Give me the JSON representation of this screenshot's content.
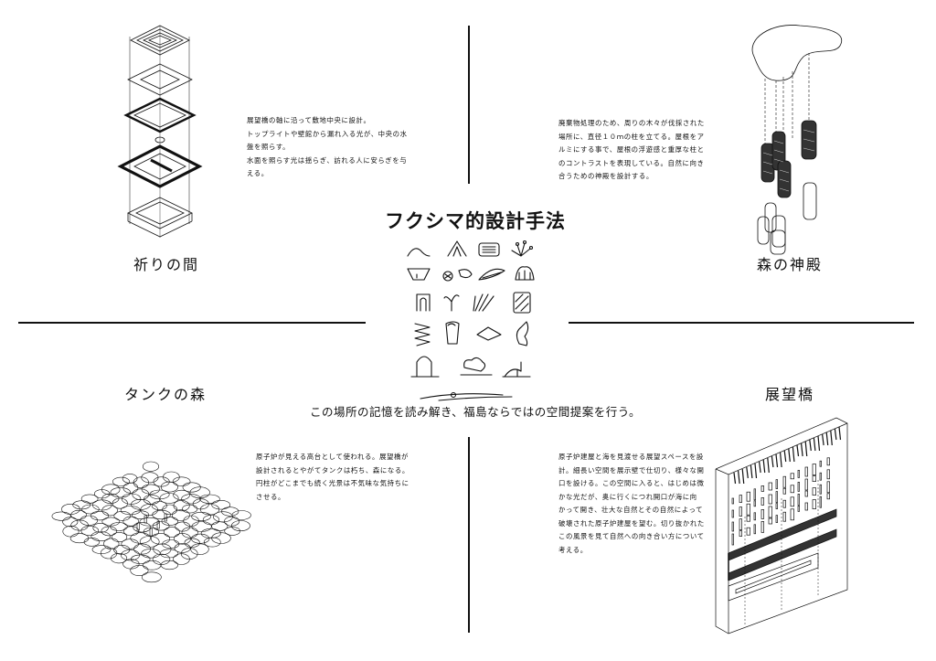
{
  "main_title": "フクシマ的設計手法",
  "subtitle": "この場所の記憶を読み解き、福島ならではの空間提案を行う。",
  "sections": {
    "inori": {
      "title": "祈りの間",
      "lines": [
        "展望橋の軸に沿って敷地中央に設計。",
        "トップライトや壁館から漏れ入る光が、中央の水",
        "盤を照らす。",
        "水面を照らす光は揺らぎ、訪れる人に安らぎを与",
        "える。"
      ]
    },
    "mori_shinden": {
      "title": "森の神殿",
      "lines": [
        "廃棄物処理のため、周りの木々が伐採された",
        "場所に、直径１０ｍの柱を立てる。屋根をア",
        "ルミにする事で、屋根の浮遊感と重厚な柱と",
        "のコントラストを表現している。自然に向き",
        "合うための神殿を設計する。"
      ]
    },
    "tank_mori": {
      "title": "タンクの森",
      "lines": [
        "原子炉が見える高台として使われる。展望橋が",
        "設計されるとやがてタンクは朽ち、森になる。",
        "円柱がどこまでも続く光景は不気味な気持ちに",
        "させる。"
      ]
    },
    "tenbo_kyo": {
      "title": "展望橋",
      "lines": [
        "原子炉建屋と海を見渡せる展望スペースを設",
        "計。細長い空間を展示壁で仕切り、様々な開",
        "口を設ける。この空間に入ると、はじめは微",
        "かな光だが、奥に行くにつれ開口が海に向",
        "かって開き、壮大な自然とその自然によって",
        "破壊された原子炉建屋を望む。切り抜かれた",
        "この風景を見て自然への向き合い方について",
        "考える。"
      ]
    }
  },
  "colors": {
    "ink": "#111111",
    "background": "#ffffff"
  },
  "icons": [
    "sketch-mountain-icon",
    "sketch-tent-icon",
    "sketch-grid-icon",
    "sketch-spark-icon",
    "sketch-basin-icon",
    "sketch-tree-icon",
    "sketch-blob-icon",
    "sketch-leaf-icon",
    "sketch-dome-icon",
    "sketch-arch-icon",
    "sketch-sprout-icon",
    "sketch-rays-icon",
    "sketch-stair-icon",
    "sketch-zigzag-icon",
    "sketch-tank-icon",
    "sketch-eye-icon",
    "sketch-hand-icon",
    "sketch-gate-icon",
    "sketch-cloud-icon",
    "sketch-flag-icon",
    "sketch-horizon-icon"
  ]
}
